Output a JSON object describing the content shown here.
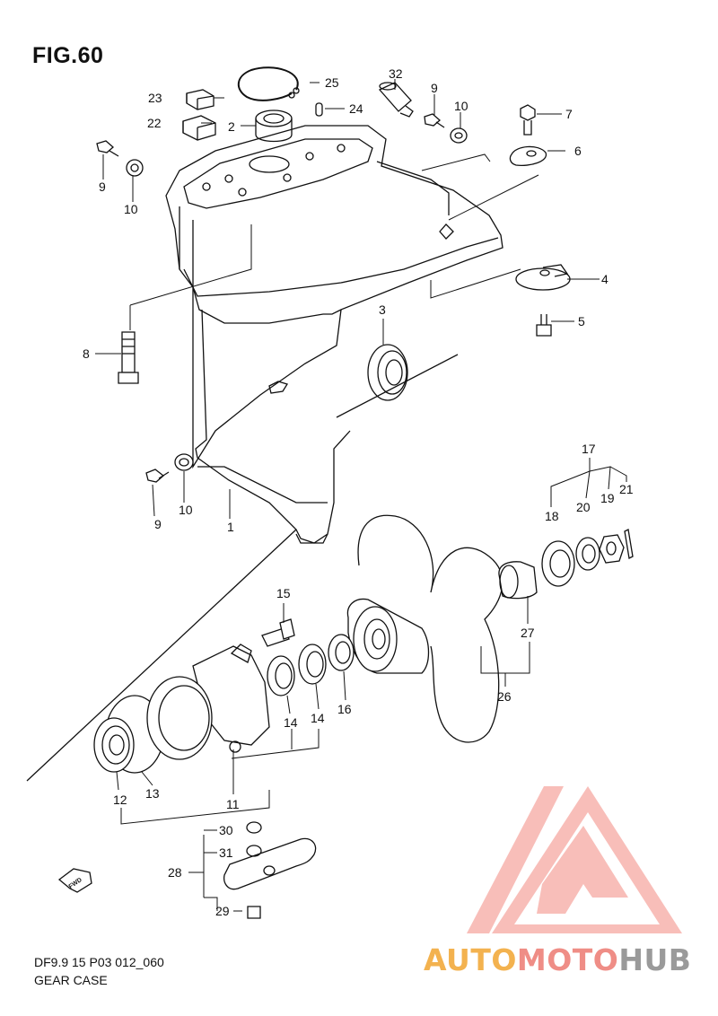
{
  "figure": {
    "title": "FIG.60",
    "code": "DF9.9 15 P03 012_060",
    "caption": "GEAR CASE"
  },
  "callouts": [
    "25",
    "23",
    "2",
    "24",
    "22",
    "32",
    "9",
    "10",
    "7",
    "6",
    "9",
    "10",
    "4",
    "3",
    "5",
    "8",
    "17",
    "20",
    "19",
    "21",
    "18",
    "9",
    "10",
    "1",
    "15",
    "27",
    "26",
    "14",
    "14",
    "16",
    "12",
    "13",
    "11",
    "30",
    "31",
    "28",
    "29"
  ],
  "fwd_label": "FWD",
  "watermark": {
    "parts": [
      "AUTO",
      "MOTO",
      "HUB"
    ],
    "colors": [
      "#f3b24f",
      "#ef8d86",
      "#9a9a9a"
    ]
  }
}
